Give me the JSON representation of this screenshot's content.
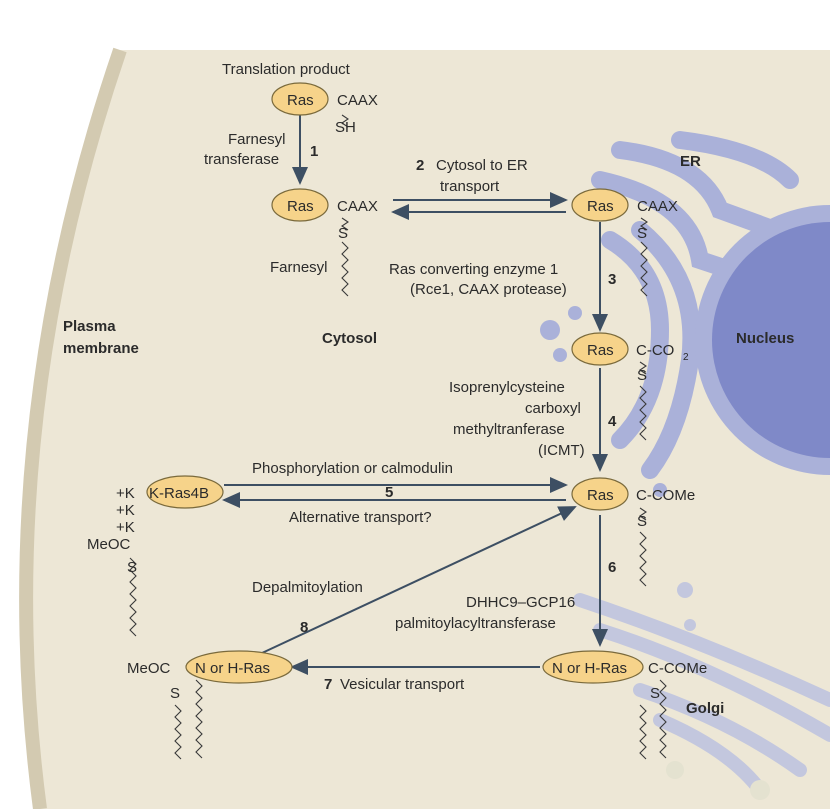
{
  "colors": {
    "cytosol": "#ede7d6",
    "membrane": "#d9d2be",
    "organelle": "#aab1d9",
    "nucleus": "#7f89c8",
    "protein": "#f6d38a",
    "arrow": "#3d4f63"
  },
  "labels": {
    "translation_product": "Translation product",
    "ras": "Ras",
    "caax": "CAAX",
    "sh": "SH",
    "s": "S",
    "farnesyl_transferase_1": "Farnesyl",
    "farnesyl_transferase_2": "transferase",
    "step1": "1",
    "step2": "2",
    "cytosol_to_er_1": "Cytosol to ER",
    "cytosol_to_er_2": "transport",
    "er": "ER",
    "farnesyl": "Farnesyl",
    "rce1_1": "Ras converting enzyme 1",
    "rce1_2": "(Rce1, CAAX protease)",
    "step3": "3",
    "plasma_1": "Plasma",
    "plasma_2": "membrane",
    "cytosol": "Cytosol",
    "nucleus": "Nucleus",
    "c_co2": "C-CO",
    "sub2": "2",
    "icmt_1": "Isoprenylcysteine",
    "icmt_2": "carboxyl",
    "icmt_3": "methyltranferase",
    "icmt_4": "(ICMT)",
    "step4": "4",
    "phospho": "Phosphorylation or calmodulin",
    "step5": "5",
    "alt_transport": "Alternative transport?",
    "k_ras4b": "K-Ras4B",
    "k1": "+K",
    "k2": "+K",
    "k3": "+K",
    "meoc": "MeOC",
    "c_come": "C-COMe",
    "depalm": "Depalmitoylation",
    "step8": "8",
    "step6": "6",
    "dhhc_1": "DHHC9–GCP16",
    "dhhc_2": "palmitoylacyltransferase",
    "n_or_h_ras": "N or H-Ras",
    "step7": "7",
    "vesicular": "Vesicular transport",
    "golgi": "Golgi"
  }
}
